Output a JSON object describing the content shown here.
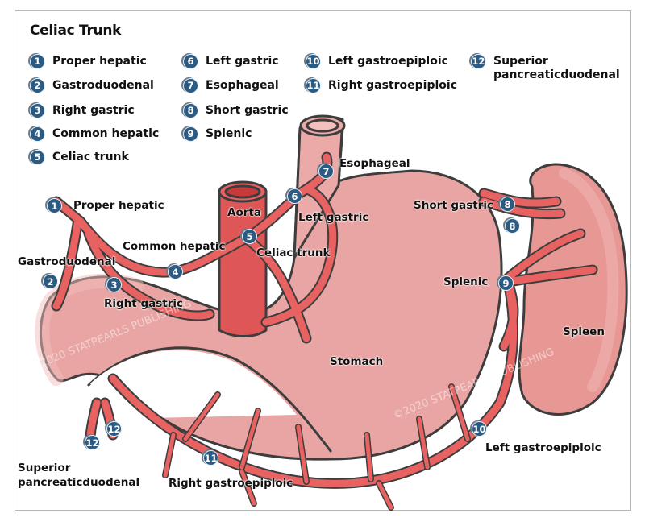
{
  "title": "Celiac Trunk",
  "legend": [
    {
      "num": "1",
      "label": "Proper hepatic"
    },
    {
      "num": "2",
      "label": "Gastroduodenal"
    },
    {
      "num": "3",
      "label": "Right gastric"
    },
    {
      "num": "4",
      "label": "Common hepatic"
    },
    {
      "num": "5",
      "label": "Celiac trunk"
    },
    {
      "num": "6",
      "label": "Left gastric"
    },
    {
      "num": "7",
      "label": "Esophageal"
    },
    {
      "num": "8",
      "label": "Short gastric"
    },
    {
      "num": "9",
      "label": "Splenic"
    },
    {
      "num": "10",
      "label": "Left gastroepiploic"
    },
    {
      "num": "11",
      "label": "Right gastroepiploic"
    },
    {
      "num": "12",
      "label": "Superior\npancreaticduodenal"
    }
  ],
  "diagram_labels": {
    "proper_hepatic": "Proper hepatic",
    "gastroduodenal": "Gastroduodenal",
    "common_hepatic": "Common hepatic",
    "right_gastric": "Right gastric",
    "aorta": "Aorta",
    "celiac_trunk": "Celiac trunk",
    "left_gastric": "Left gastric",
    "esophageal": "Esophageal",
    "short_gastric": "Short gastric",
    "splenic": "Splenic",
    "spleen": "Spleen",
    "stomach": "Stomach",
    "left_gastroepiploic": "Left gastroepiploic",
    "right_gastroepiploic": "Right gastroepiploic",
    "superior_pancreaticduodenal": "Superior\npancreaticduodenal"
  },
  "markers": {
    "m1": "1",
    "m2": "2",
    "m3": "3",
    "m4": "4",
    "m5": "5",
    "m6": "6",
    "m7": "7",
    "m8a": "8",
    "m8b": "8",
    "m9": "9",
    "m10": "10",
    "m11": "11",
    "m12a": "12",
    "m12b": "12"
  },
  "watermark": "©2020 STATPEARLS PUBLISHING",
  "colors": {
    "artery": "#e96262",
    "artery_dark": "#c94242",
    "organ": "#e9a5a3",
    "outline": "#3d3d3d",
    "badge": "#2b5b82"
  }
}
